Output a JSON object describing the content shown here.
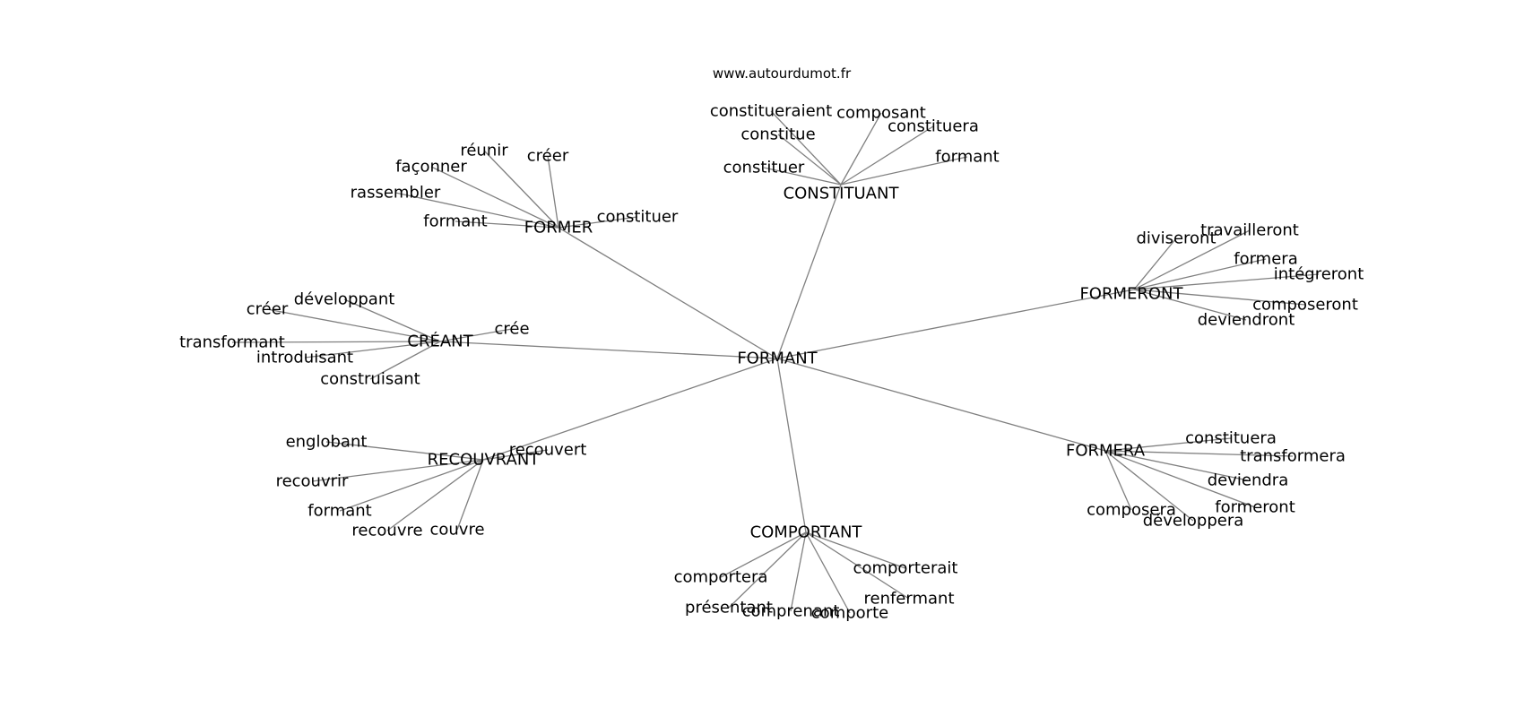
{
  "credit": "www.autourdumot.fr",
  "center": "FORMANT",
  "clusters": [
    {
      "label": "CONSTITUANT",
      "words": [
        "constitueraient",
        "composant",
        "constitue",
        "constituera",
        "formant",
        "constituer"
      ]
    },
    {
      "label": "FORMER",
      "words": [
        "réunir",
        "créer",
        "façonner",
        "rassembler",
        "formant",
        "constituer"
      ]
    },
    {
      "label": "FORMERONT",
      "words": [
        "travailleront",
        "diviseront",
        "formera",
        "intégreront",
        "composeront",
        "deviendront"
      ]
    },
    {
      "label": "CRÉANT",
      "words": [
        "développant",
        "créer",
        "crée",
        "transformant",
        "introduisant",
        "construisant"
      ]
    },
    {
      "label": "RECOUVRANT",
      "words": [
        "englobant",
        "recouvert",
        "recouvrir",
        "formant",
        "recouvre",
        "couvre"
      ]
    },
    {
      "label": "FORMERA",
      "words": [
        "constituera",
        "transformera",
        "deviendra",
        "formeront",
        "composera",
        "développera"
      ]
    },
    {
      "label": "COMPORTANT",
      "words": [
        "comporterait",
        "comportera",
        "renfermant",
        "présentant",
        "comprenant",
        "comporte"
      ]
    }
  ]
}
